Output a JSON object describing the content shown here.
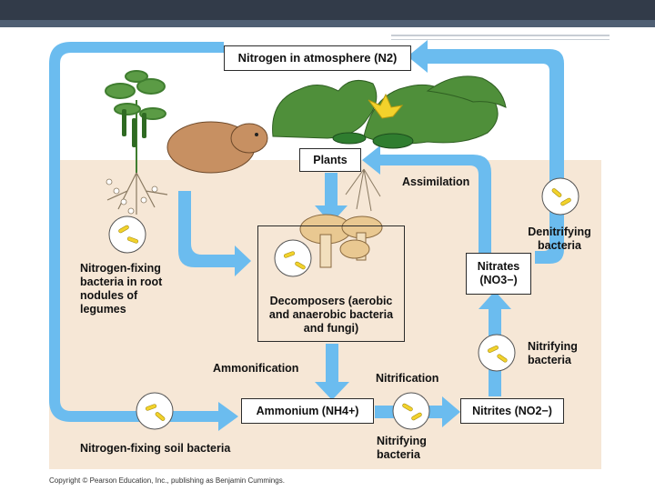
{
  "diagram": {
    "atmosphere_box": "Nitrogen in atmosphere (N2)",
    "plants_box": "Plants",
    "assimilation": "Assimilation",
    "denitrifying": "Denitrifying bacteria",
    "nitrates_box": "Nitrates (NO3−)",
    "nitrogen_fixing_root": "Nitrogen-fixing bacteria in root nodules of legumes",
    "decomposers": "Decomposers (aerobic and anaerobic bacteria and fungi)",
    "ammonification": "Ammonification",
    "nitrification": "Nitrification",
    "nitrifying_right": "Nitrifying bacteria",
    "ammonium_box": "Ammonium (NH4+)",
    "nitrites_box": "Nitrites (NO2−)",
    "nitrifying_bottom": "Nitrifying bacteria",
    "nitrogen_fixing_soil": "Nitrogen-fixing soil bacteria",
    "copyright": "Copyright © Pearson Education, Inc., publishing as Benjamin Cummings."
  },
  "colors": {
    "arrow": "#6bbcef",
    "soil": "#f6e7d6",
    "leaf": "#4f8f3a",
    "header": "#323b49"
  }
}
